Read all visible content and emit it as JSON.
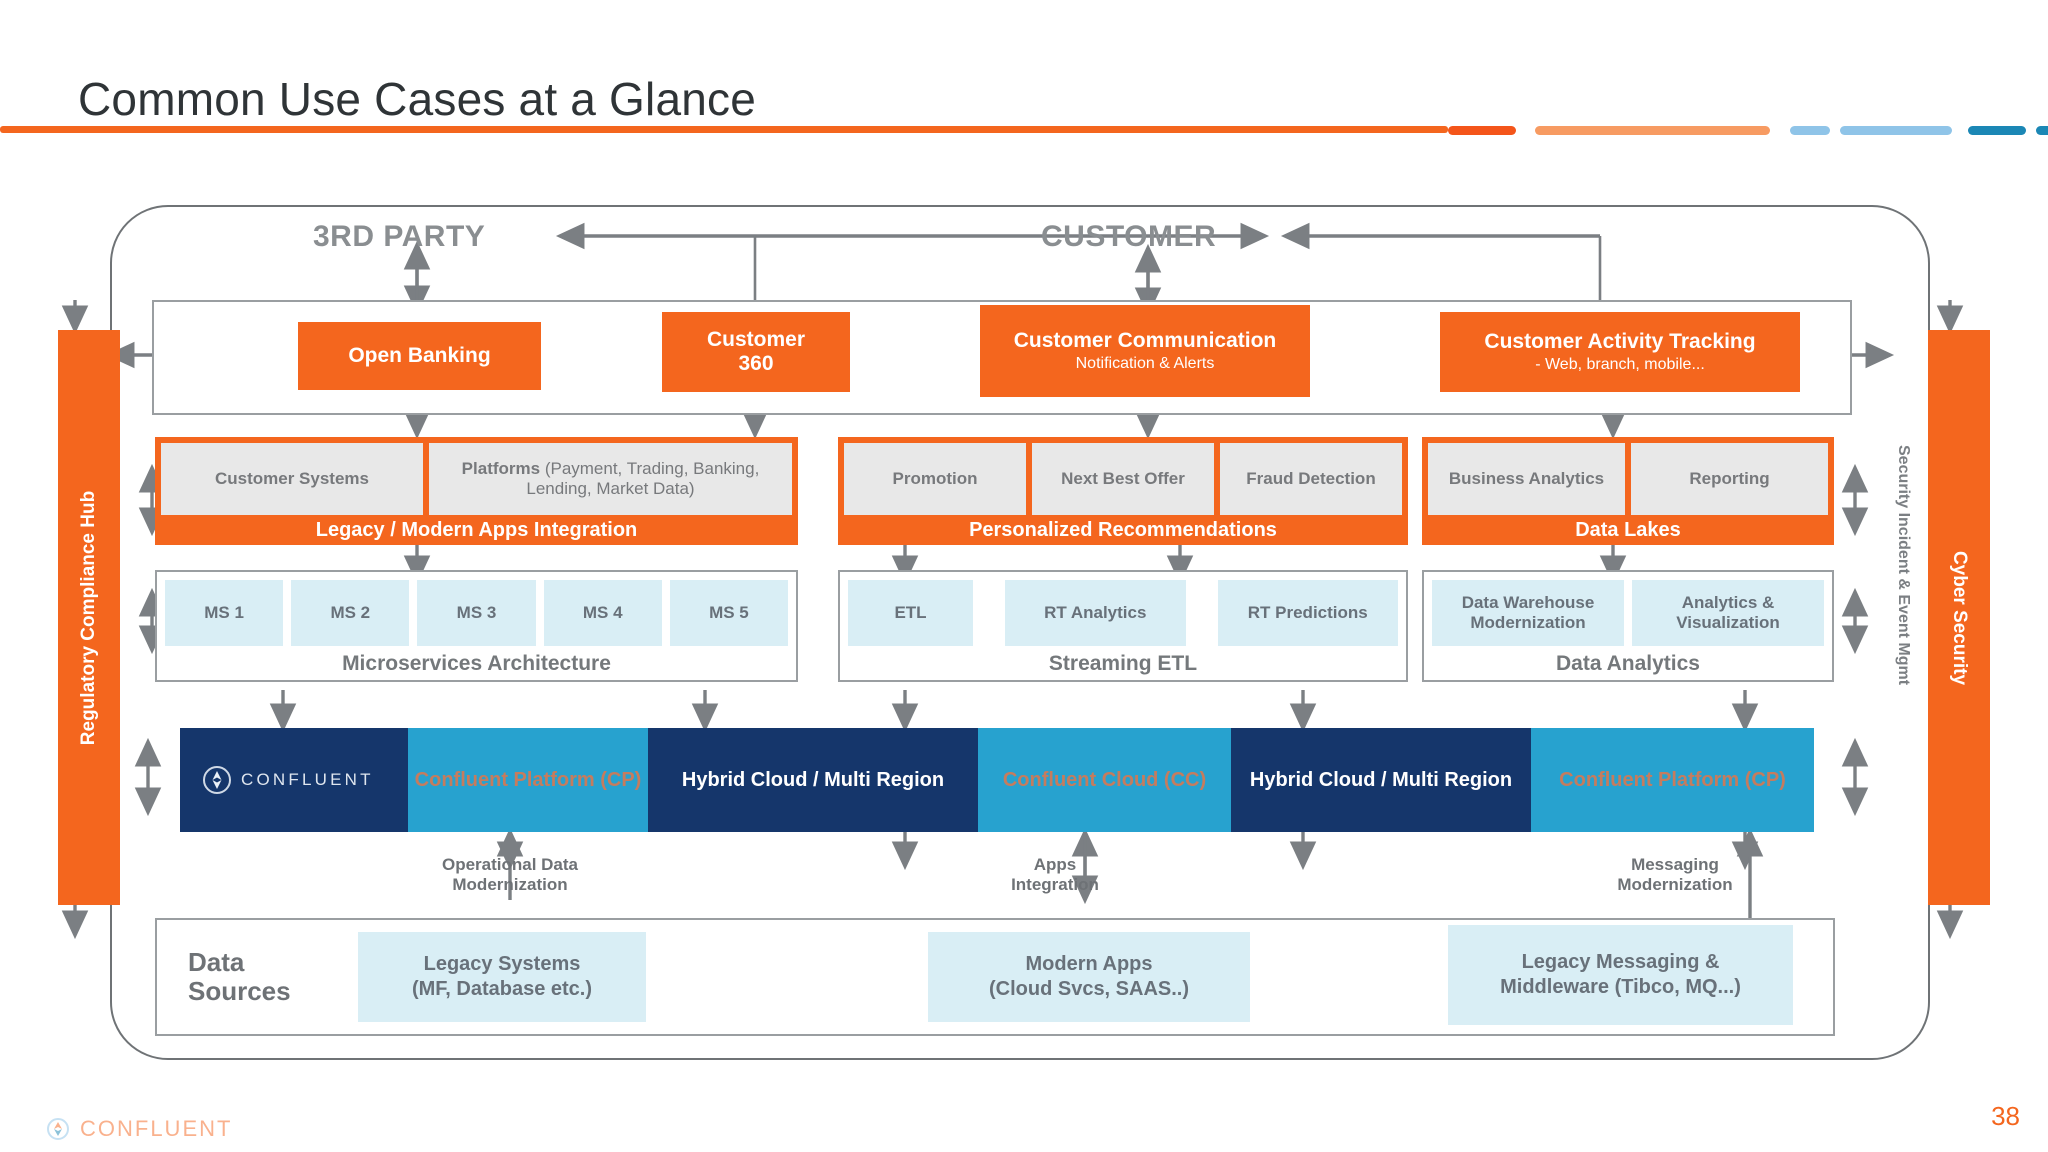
{
  "slide": {
    "title": "Common Use Cases at a Glance",
    "page_number": "38",
    "accent_orange": "#f4661e",
    "accent_light_orange": "#f79b62",
    "accent_light_blue": "#8fc4e8",
    "accent_dark_blue": "#1b87b5",
    "brand_navy": "#15366b",
    "brand_cyan": "#27a2cf"
  },
  "channels": {
    "third_party": "3RD PARTY",
    "customer": "CUSTOMER"
  },
  "side_bars": {
    "left": "Regulatory Compliance Hub",
    "right_outer_label": "Security Incident & Event Mgmt",
    "right": "Cyber Security"
  },
  "use_cases": [
    {
      "title": "Open Banking",
      "subtitle": ""
    },
    {
      "title": "Customer\n360",
      "subtitle": ""
    },
    {
      "title": "Customer Communication",
      "subtitle": "Notification  & Alerts"
    },
    {
      "title": "Customer Activity Tracking",
      "subtitle": "- Web, branch, mobile..."
    }
  ],
  "capability_groups": [
    {
      "label": "Legacy  / Modern Apps Integration",
      "chips": [
        {
          "bold": "Customer Systems",
          "regular": ""
        },
        {
          "bold": "Platforms ",
          "regular": "(Payment, Trading, Banking, Lending, Market Data)"
        }
      ]
    },
    {
      "label": "Personalized Recommendations",
      "chips": [
        {
          "bold": "Promotion",
          "regular": ""
        },
        {
          "bold": "Next Best Offer",
          "regular": ""
        },
        {
          "bold": "Fraud Detection",
          "regular": ""
        }
      ]
    },
    {
      "label": "Data Lakes",
      "chips": [
        {
          "bold": "Business Analytics",
          "regular": ""
        },
        {
          "bold": "Reporting",
          "regular": ""
        }
      ]
    }
  ],
  "architecture_groups": [
    {
      "label": "Microservices Architecture",
      "chips": [
        "MS 1",
        "MS 2",
        "MS 3",
        "MS 4",
        "MS 5"
      ]
    },
    {
      "label": "Streaming ETL",
      "chips": [
        "ETL",
        "RT Analytics",
        "RT Predictions"
      ]
    },
    {
      "label": "Data Analytics",
      "chips": [
        "Data Warehouse Modernization",
        "Analytics & Visualization"
      ]
    }
  ],
  "platform_bar": {
    "logo_text": "CONFLUENT",
    "segments": [
      {
        "text": "Confluent Platform (CP)",
        "style": "light"
      },
      {
        "text": "Hybrid Cloud / Multi Region",
        "style": "dark"
      },
      {
        "text": "Confluent Cloud (CC)",
        "style": "light"
      },
      {
        "text": "Hybrid Cloud / Multi Region",
        "style": "dark"
      },
      {
        "text": "Confluent Platform (CP)",
        "style": "light"
      }
    ]
  },
  "connector_labels": [
    "Operational Data\nModernization",
    "Apps\nIntegration",
    "Messaging\nModernization"
  ],
  "data_sources": {
    "title": "Data\nSources",
    "items": [
      "Legacy Systems\n(MF, Database etc.)",
      "Modern Apps\n(Cloud Svcs, SAAS..)",
      "Legacy Messaging &\nMiddleware (Tibco, MQ...)"
    ]
  }
}
